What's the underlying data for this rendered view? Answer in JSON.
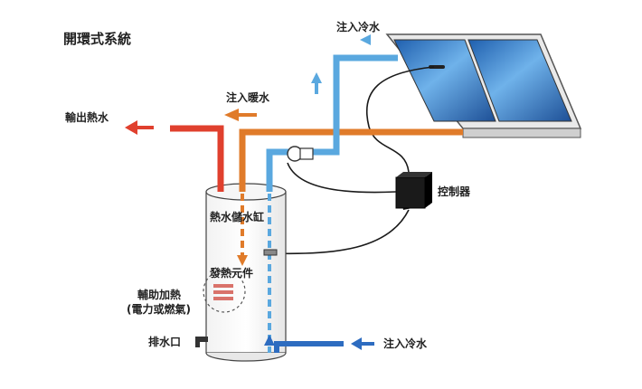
{
  "title": "開環式系統",
  "labels": {
    "cold_in_top": "注入冷水",
    "hot_water_inflow": "注入暖水",
    "hot_out": "輸出熱水",
    "controller": "控制器",
    "tank": "熱水儲水缸",
    "element": "發熱元件",
    "aux_heat_line1": "輔助加熱",
    "aux_heat_line2": "(電力或燃氣)",
    "drain": "排水口",
    "cold_in_bottom": "注入冷水"
  },
  "colors": {
    "hot": "#e0402e",
    "warm": "#e07b2a",
    "cold": "#5aa8df",
    "cold_dark": "#2d6cc0",
    "panel": "#2a73c4"
  }
}
